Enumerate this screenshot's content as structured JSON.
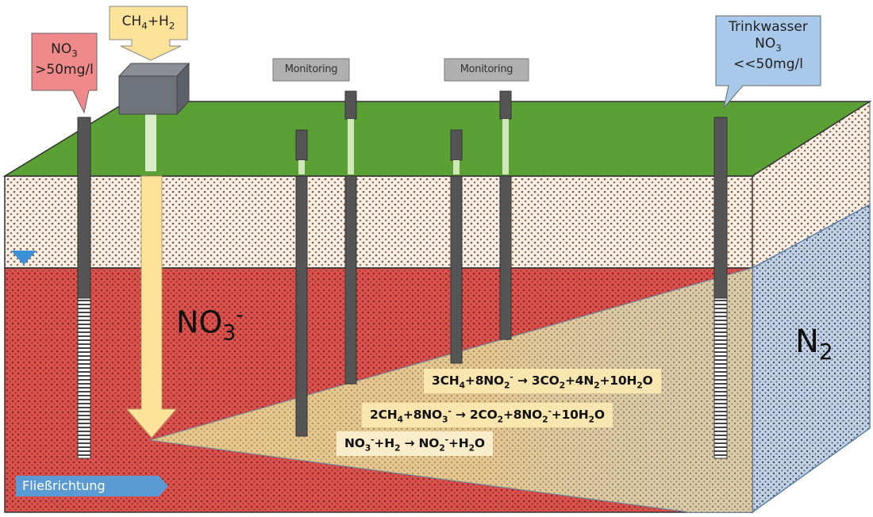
{
  "labels": {
    "no3_high_line1": "NO",
    "no3_high_sub": "3",
    "no3_high_line2": ">50mg/l",
    "gas_ch4": "CH",
    "gas_ch4_sub": "4",
    "gas_h2": "+H",
    "gas_h2_sub": "2",
    "monitoring_1": "Monitoring",
    "monitoring_2": "Monitoring",
    "trink_line1": "Trinkwasser",
    "trink_no": "NO",
    "trink_no_sub": "3",
    "trink_line3": "<<50mg/l",
    "nitrate_big": "NO",
    "nitrate_big_sub": "3",
    "nitrate_big_sup": "-",
    "nitrogen_big": "N",
    "nitrogen_big_sub": "2",
    "flow_direction": "Fließrichtung"
  },
  "equations": {
    "eq1": {
      "a": "3CH",
      "a_sub": "4",
      "b": "+8NO",
      "b_sub": "2",
      "b_sup": "-",
      "arrow": " → ",
      "c": "3CO",
      "c_sub": "2",
      "d": "+4N",
      "d_sub": "2",
      "e": "+10H",
      "e_sub": "2",
      "f": "O"
    },
    "eq2": {
      "a": "2CH",
      "a_sub": "4",
      "b": "+8NO",
      "b_sub": "3",
      "b_sup": "-",
      "arrow": " → ",
      "c": "2CO",
      "c_sub": "2",
      "d": "+8NO",
      "d_sub": "2",
      "d_sup": "-",
      "e": "+10H",
      "e_sub": "2",
      "f": "O"
    },
    "eq3": {
      "a": "NO",
      "a_sub": "3",
      "a_sup": "-",
      "b": "+H",
      "b_sub": "2",
      "arrow": " → ",
      "c": "NO",
      "c_sub": "2",
      "c_sup": "-",
      "d": "+H",
      "d_sub": "2",
      "e": "O"
    }
  },
  "colors": {
    "grass": "#5aa034",
    "soil": "#f3ece6",
    "soil_dots": "#8a5a3a",
    "nitrate_zone": "#d9534f",
    "nitrate_dots": "#7a1f1c",
    "reaction_zone": "#f2c470",
    "clean_zone": "#b7c8dc",
    "clean_dots": "#3a4c66",
    "pipe": "#555555",
    "no3_callout": "#f08a8a",
    "gas_callout": "#fde29a",
    "trink_callout": "#a9c9ea",
    "monitoring_label": "#b0b0b0",
    "flow_arrow": "#5b9bd5",
    "water_table": "#3b8fd6"
  }
}
